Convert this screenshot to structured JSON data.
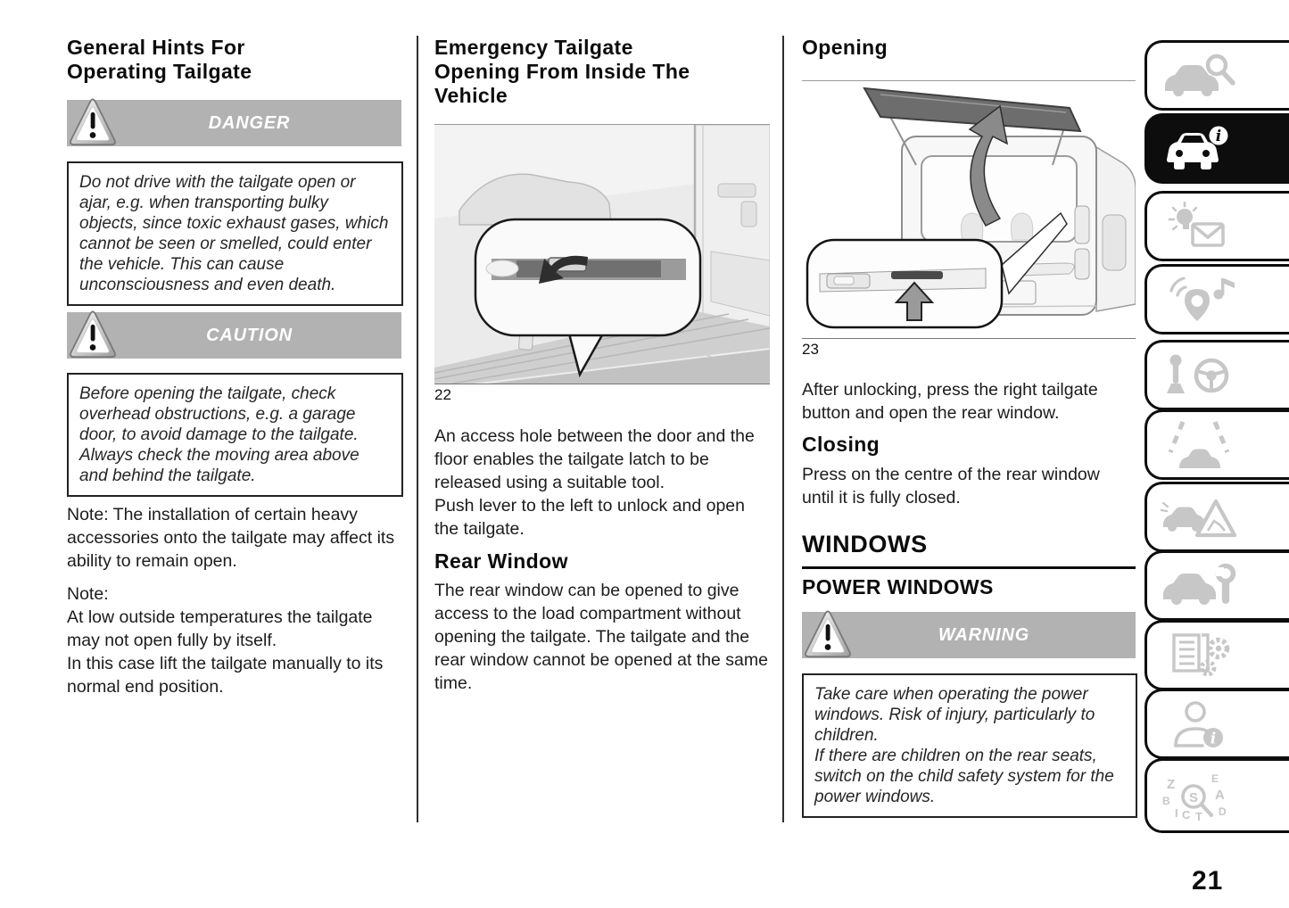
{
  "page": {
    "number": "21"
  },
  "col1": {
    "heading": "General Hints For Operating Tailgate",
    "danger": {
      "label": "DANGER",
      "body": "Do not drive with the tailgate open or ajar, e.g. when transporting bulky objects, since toxic exhaust gases, which cannot be seen or smelled, could enter the vehicle. This can cause unconsciousness and even death."
    },
    "caution": {
      "label": "CAUTION",
      "body": "Before opening the tailgate, check overhead obstructions, e.g. a garage door, to avoid damage to the tailgate. Always check the moving area above and behind the tailgate."
    },
    "note1": "Note: The installation of certain heavy accessories onto the tailgate may affect its ability to remain open.",
    "note2_label": "Note:",
    "note2_line1": "At low outside temperatures the tailgate may not open fully by itself.",
    "note2_line2": "In this case lift the tailgate manually to its normal end position."
  },
  "col2": {
    "heading": "Emergency Tailgate Opening From Inside The Vehicle",
    "figure_caption": "22",
    "para1_line1": "An access hole between the door and the floor enables the tailgate latch to be released using a suitable tool.",
    "para1_line2": "Push lever to the left to unlock and open the tailgate.",
    "subheading": "Rear Window",
    "para2": "The rear window can be opened to give access to the load compartment without opening the tailgate. The tailgate and the rear window cannot be opened at the same time."
  },
  "col3": {
    "heading_opening": "Opening",
    "figure_caption": "23",
    "para_opening": "After unlocking, press the right tailgate button and open the rear window.",
    "heading_closing": "Closing",
    "para_closing": "Press on the centre of the rear window until it is fully closed.",
    "section_heading": "WINDOWS",
    "subsection_heading": "POWER WINDOWS",
    "warning": {
      "label": "WARNING",
      "line1": "Take care when operating the power windows. Risk of injury, particularly to children.",
      "line2": "If there are children on the rear seats, switch on the child safety system for the power windows."
    }
  },
  "sidebar": {
    "tabs": [
      {
        "icon": "car-search-icon",
        "active": false
      },
      {
        "icon": "car-info-icon",
        "active": true
      },
      {
        "icon": "warning-light-envelope-icon",
        "active": false
      },
      {
        "icon": "navigation-audio-icon",
        "active": false
      },
      {
        "icon": "gear-lever-steering-icon",
        "active": false
      },
      {
        "icon": "car-lane-lines-icon",
        "active": false
      },
      {
        "icon": "car-warning-triangle-icon",
        "active": false
      },
      {
        "icon": "car-wrench-icon",
        "active": false
      },
      {
        "icon": "spec-list-gears-icon",
        "active": false
      },
      {
        "icon": "person-info-icon",
        "active": false
      },
      {
        "icon": "letters-magnifier-icon",
        "active": false
      }
    ]
  },
  "colors": {
    "band_gray": "#b2b2b2",
    "active_tab_bg": "#0d0d0d",
    "inactive_icon": "#c7c7c7",
    "text": "#1c1c1c"
  }
}
